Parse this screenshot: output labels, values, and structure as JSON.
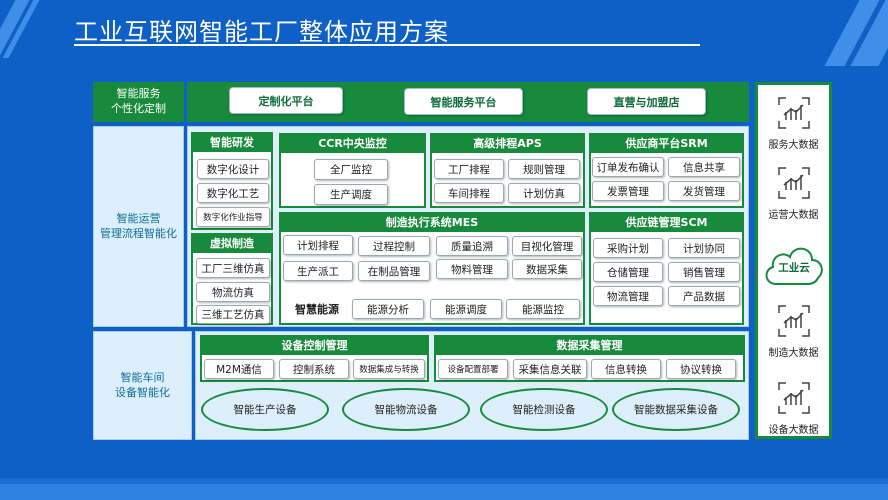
{
  "title": "工业互联网智能工厂整体应用方案",
  "layers": {
    "service": {
      "label_line1": "智能服务",
      "label_line2": "个性化定制",
      "buttons": [
        "定制化平台",
        "智能服务平台",
        "直营与加盟店"
      ]
    },
    "operation": {
      "label_line1": "智能运营",
      "label_line2": "管理流程智能化",
      "rd": {
        "title": "智能研发",
        "items": [
          "数字化设计",
          "数字化工艺",
          "数字化作业指导"
        ]
      },
      "virtual": {
        "title": "虚拟制造",
        "items": [
          "工厂三维仿真",
          "物流仿真",
          "三维工艺仿真"
        ]
      },
      "ccr": {
        "title": "CCR中央监控",
        "items": [
          "全厂监控",
          "生产调度"
        ]
      },
      "aps": {
        "title": "高级排程APS",
        "items": [
          "工厂排程",
          "规则管理",
          "车间排程",
          "计划仿真"
        ]
      },
      "srm": {
        "title": "供应商平台SRM",
        "items": [
          "订单发布确认",
          "信息共享",
          "发票管理",
          "发货管理"
        ]
      },
      "mes": {
        "title": "制造执行系统MES",
        "items": [
          "计划排程",
          "过程控制",
          "质量追溯",
          "目视化管理",
          "生产派工",
          "在制品管理",
          "物料管理",
          "数据采集"
        ]
      },
      "energy": {
        "title": "智慧能源",
        "items": [
          "能源分析",
          "能源调度",
          "能源监控"
        ]
      },
      "scm": {
        "title": "供应链管理SCM",
        "items": [
          "采购计划",
          "计划协同",
          "仓储管理",
          "销售管理",
          "物流管理",
          "产品数据"
        ]
      }
    },
    "device": {
      "label_line1": "智能车间",
      "label_line2": "设备智能化",
      "control": {
        "title": "设备控制管理",
        "items": [
          "M2M通信",
          "控制系统",
          "数据集成与转换"
        ]
      },
      "collect": {
        "title": "数据采集管理",
        "items": [
          "设备配置部署",
          "采集信息关联",
          "信息转换",
          "协议转换"
        ]
      },
      "equipment": [
        "智能生产设备",
        "智能物流设备",
        "智能检测设备",
        "智能数据采集设备"
      ]
    }
  },
  "bigdata": {
    "top": [
      "服务大数据",
      "运营大数据"
    ],
    "cloud": "工业云",
    "bottom": [
      "制造大数据",
      "设备大数据"
    ]
  },
  "colors": {
    "background": "#0e60c6",
    "green": "#178a3b",
    "pale": "#ddeffa"
  }
}
